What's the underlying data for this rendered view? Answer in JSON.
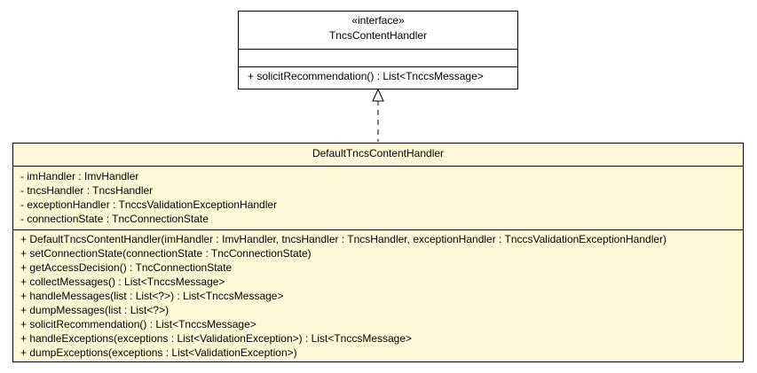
{
  "interface": {
    "stereotype": "«interface»",
    "name": "TncsContentHandler",
    "operations": [
      "+ solicitRecommendation() : List<TnccsMessage>"
    ]
  },
  "implementation": {
    "name": "DefaultTncsContentHandler",
    "attributes": [
      "- imHandler : ImvHandler",
      "- tncsHandler : TncsHandler",
      "- exceptionHandler : TnccsValidationExceptionHandler",
      "- connectionState : TncConnectionState"
    ],
    "operations": [
      "+ DefaultTncsContentHandler(imHandler : ImvHandler, tncsHandler : TncsHandler, exceptionHandler : TnccsValidationExceptionHandler)",
      "+ setConnectionState(connectionState : TncConnectionState)",
      "+ getAccessDecision() : TncConnectionState",
      "+ collectMessages() : List<TnccsMessage>",
      "+ handleMessages(list : List<?>) : List<TnccsMessage>",
      "+ dumpMessages(list : List<?>)",
      "+ solicitRecommendation() : List<TnccsMessage>",
      "+ handleExceptions(exceptions : List<ValidationException>) : List<TnccsMessage>",
      "+ dumpExceptions(exceptions : List<ValidationException>)"
    ]
  },
  "relation": {
    "type": "realization"
  }
}
